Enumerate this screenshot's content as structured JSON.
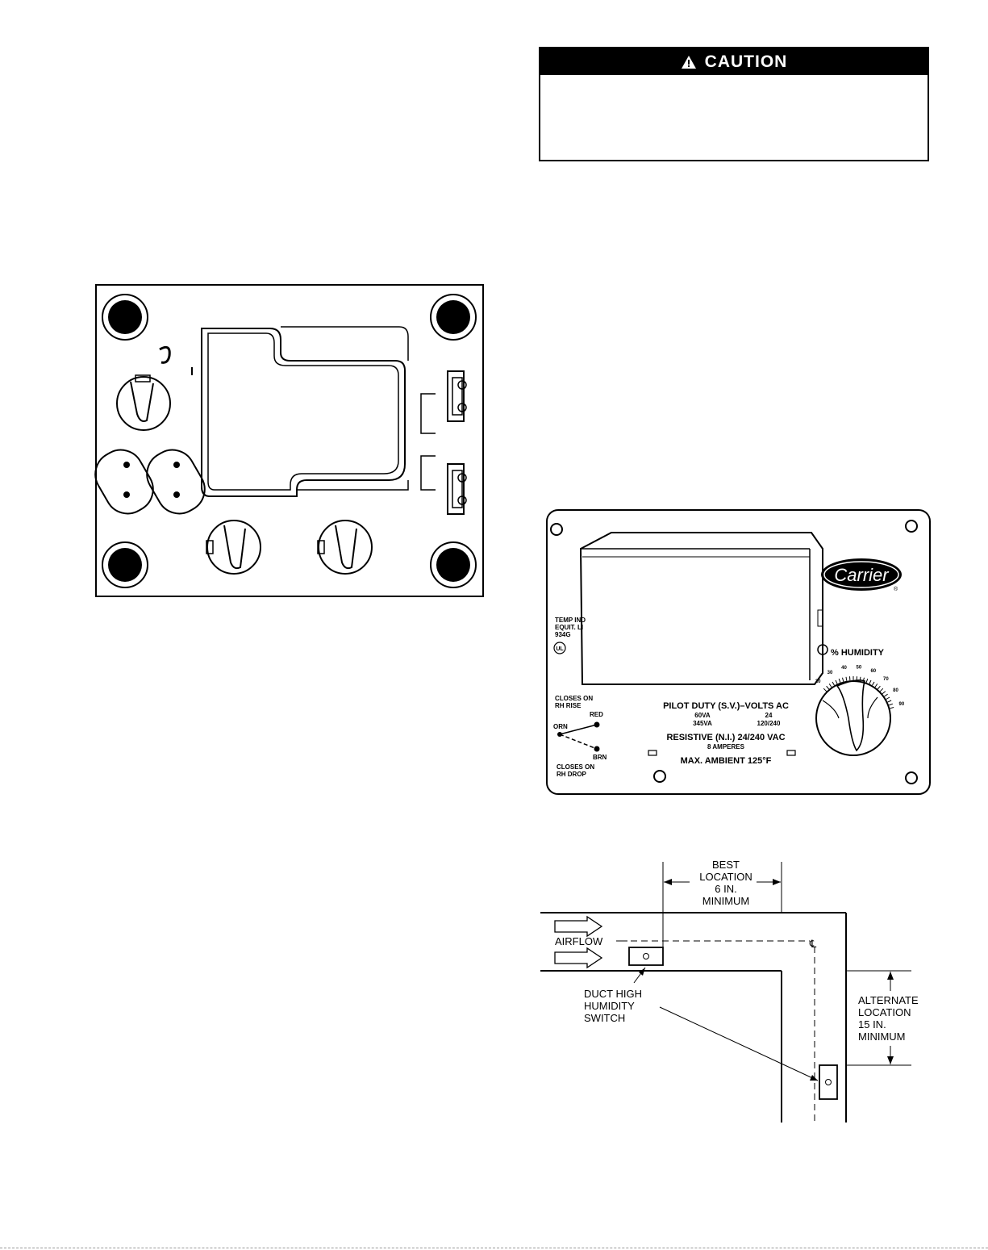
{
  "caution": {
    "title": "CAUTION",
    "icon": "warning-triangle-icon"
  },
  "humidistat": {
    "brand": "Carrier",
    "label_temp_ind": "TEMP IND",
    "label_equit": "EQUIT. LI",
    "label_model": "934G",
    "label_ul": "UL",
    "humidity_label": "% HUMIDITY",
    "dial_scale": [
      "20",
      "30",
      "40",
      "50",
      "60",
      "70",
      "80",
      "90"
    ],
    "closes_on_rise": "CLOSES ON",
    "closes_on_rise_2": "RH RISE",
    "wire_red": "RED",
    "wire_orn": "ORN",
    "wire_brn": "BRN",
    "closes_on_drop": "CLOSES ON",
    "closes_on_drop_2": "RH DROP",
    "pilot_duty": "PILOT DUTY (S.V.)–VOLTS AC",
    "pilot_row1_a": "60VA",
    "pilot_row1_b": "24",
    "pilot_row2_a": "345VA",
    "pilot_row2_b": "120/240",
    "resistive": "RESISTIVE (N.I.)  24/240 VAC",
    "amperes": "8 AMPERES",
    "max_ambient": "MAX. AMBIENT 125°F"
  },
  "duct_diagram": {
    "best_1": "BEST",
    "best_2": "LOCATION",
    "best_3": "6 IN.",
    "best_4": "MINIMUM",
    "airflow": "AIRFLOW",
    "switch_1": "DUCT HIGH",
    "switch_2": "HUMIDITY",
    "switch_3": "SWITCH",
    "alt_1": "ALTERNATE",
    "alt_2": "LOCATION",
    "alt_3": "15 IN.",
    "alt_4": "MINIMUM",
    "centerline": "℄"
  }
}
